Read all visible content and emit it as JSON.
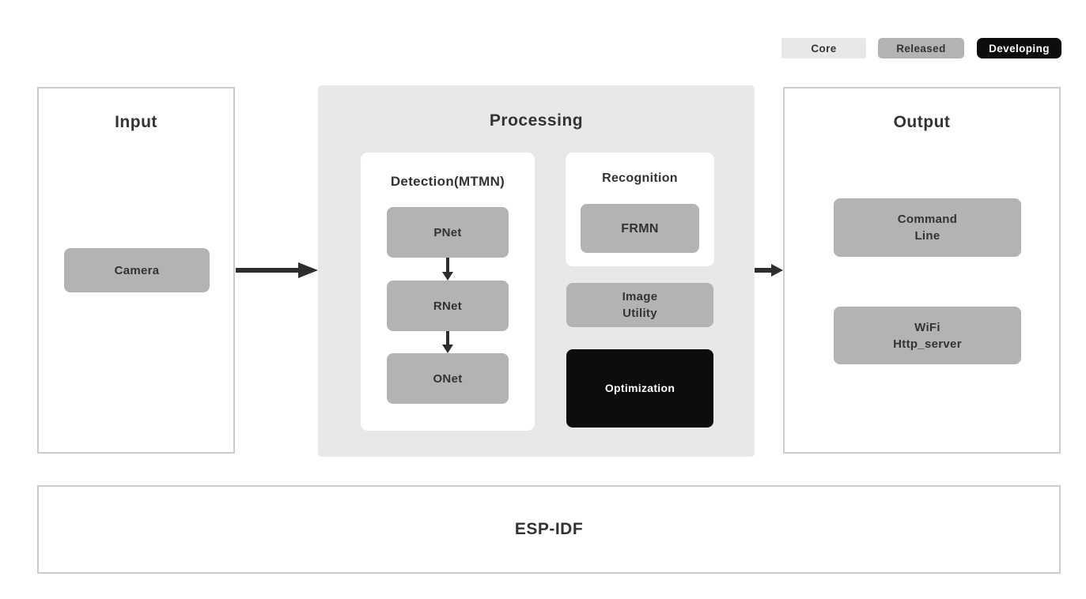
{
  "colors": {
    "light_gray": "#e8e8e8",
    "mid_gray": "#b3b3b3",
    "black": "#0d0d0d",
    "border_gray": "#cccccc",
    "text_dark": "#333333",
    "arrow": "#2e2e2e"
  },
  "legend": {
    "core": {
      "label": "Core"
    },
    "released": {
      "label": "Released"
    },
    "developing": {
      "label": "Developing"
    }
  },
  "input": {
    "title": "Input",
    "camera": "Camera"
  },
  "processing": {
    "title": "Processing",
    "detection": {
      "title": "Detection(MTMN)",
      "pnet": "PNet",
      "rnet": "RNet",
      "onet": "ONet"
    },
    "recognition": {
      "title": "Recognition",
      "frmn": "FRMN"
    },
    "image_utility": "Image\nUtility",
    "optimization": "Optimization"
  },
  "output": {
    "title": "Output",
    "command_line": "Command\nLine",
    "wifi_http_server": "WiFi\nHttp_server"
  },
  "foundation": {
    "title": "ESP-IDF"
  }
}
